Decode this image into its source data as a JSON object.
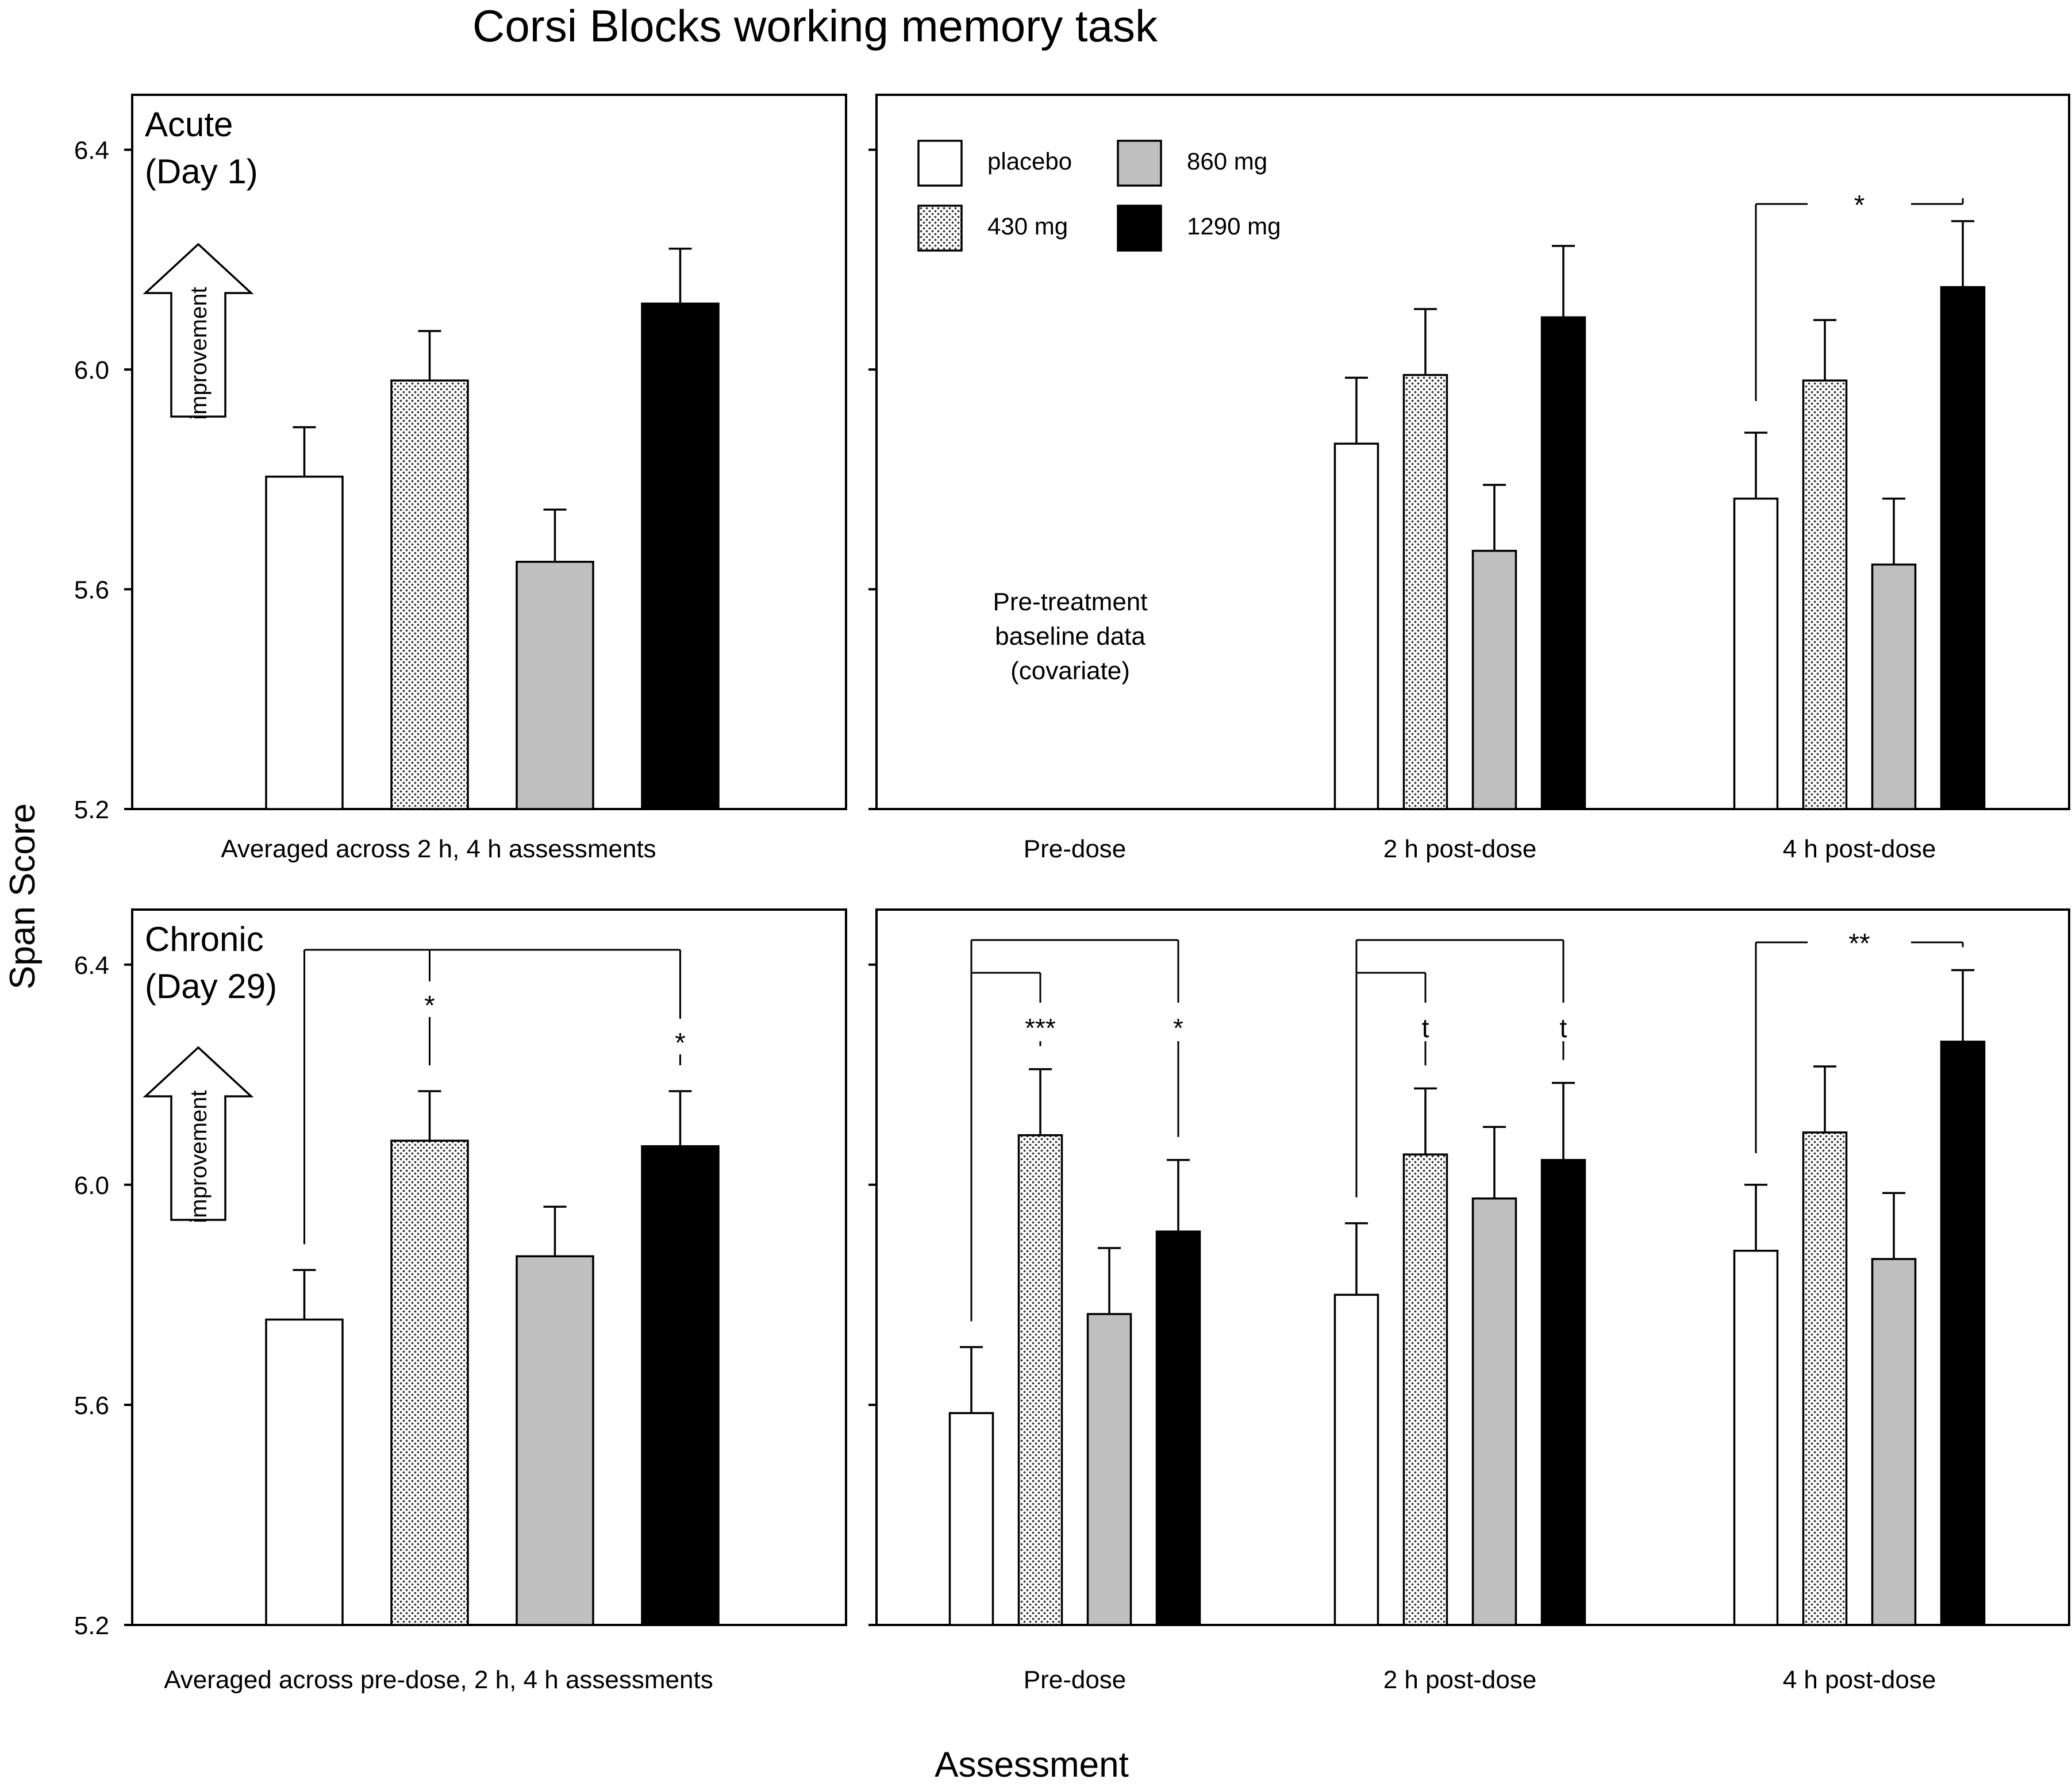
{
  "figure": {
    "title": "Corsi Blocks working memory task",
    "y_axis_label": "Span Score",
    "x_axis_label": "Assessment",
    "improvement_label": "improvement",
    "baseline_note": [
      "Pre-treatment",
      "baseline data",
      "(covariate)"
    ]
  },
  "legend": [
    {
      "label": "placebo",
      "fill": "white"
    },
    {
      "label": "430 mg",
      "fill": "dotted"
    },
    {
      "label": "860 mg",
      "fill": "#c0c0c0"
    },
    {
      "label": "1290 mg",
      "fill": "#000000"
    }
  ],
  "chart_data": [
    {
      "type": "bar",
      "panel": "acute-averaged",
      "title_lines": [
        "Acute",
        "(Day 1)"
      ],
      "categories": [
        "Averaged across 2 h, 4 h assessments"
      ],
      "series": [
        {
          "name": "placebo",
          "values": [
            5.805
          ],
          "errors": [
            0.09
          ]
        },
        {
          "name": "430 mg",
          "values": [
            5.98
          ],
          "errors": [
            0.09
          ]
        },
        {
          "name": "860 mg",
          "values": [
            5.65
          ],
          "errors": [
            0.095
          ]
        },
        {
          "name": "1290 mg",
          "values": [
            6.12
          ],
          "errors": [
            0.1
          ]
        }
      ],
      "ylim": [
        5.2,
        6.5
      ],
      "yticks": [
        "5.2",
        "5.6",
        "6.0",
        "6.4"
      ],
      "significance": []
    },
    {
      "type": "bar",
      "panel": "acute-by-time",
      "categories": [
        "Pre-dose",
        "2 h post-dose",
        "4 h post-dose"
      ],
      "series": [
        {
          "name": "placebo",
          "values": [
            null,
            5.865,
            5.765
          ],
          "errors": [
            null,
            0.12,
            0.12
          ]
        },
        {
          "name": "430 mg",
          "values": [
            null,
            5.99,
            5.98
          ],
          "errors": [
            null,
            0.12,
            0.11
          ]
        },
        {
          "name": "860 mg",
          "values": [
            null,
            5.67,
            5.645
          ],
          "errors": [
            null,
            0.12,
            0.12
          ]
        },
        {
          "name": "1290 mg",
          "values": [
            null,
            6.095,
            6.15
          ],
          "errors": [
            null,
            0.13,
            0.12
          ]
        }
      ],
      "ylim": [
        5.2,
        6.5
      ],
      "significance": [
        {
          "group": 2,
          "from": 0,
          "to": 3,
          "label": "*"
        }
      ]
    },
    {
      "type": "bar",
      "panel": "chronic-averaged",
      "title_lines": [
        "Chronic",
        "(Day 29)"
      ],
      "categories": [
        "Averaged across pre-dose, 2 h, 4 h assessments"
      ],
      "series": [
        {
          "name": "placebo",
          "values": [
            5.755
          ],
          "errors": [
            0.09
          ]
        },
        {
          "name": "430 mg",
          "values": [
            6.08
          ],
          "errors": [
            0.09
          ]
        },
        {
          "name": "860 mg",
          "values": [
            5.87
          ],
          "errors": [
            0.09
          ]
        },
        {
          "name": "1290 mg",
          "values": [
            6.07
          ],
          "errors": [
            0.1
          ]
        }
      ],
      "ylim": [
        5.2,
        6.5
      ],
      "yticks": [
        "5.2",
        "5.6",
        "6.0",
        "6.4"
      ],
      "significance": [
        {
          "group": 0,
          "from": 0,
          "to": 1,
          "label": "*",
          "style": "comb"
        },
        {
          "group": 0,
          "from": 0,
          "to": 3,
          "label": "*",
          "style": "comb"
        }
      ]
    },
    {
      "type": "bar",
      "panel": "chronic-by-time",
      "categories": [
        "Pre-dose",
        "2 h post-dose",
        "4 h post-dose"
      ],
      "series": [
        {
          "name": "placebo",
          "values": [
            5.585,
            5.8,
            5.88
          ],
          "errors": [
            0.12,
            0.13,
            0.12
          ]
        },
        {
          "name": "430 mg",
          "values": [
            6.09,
            6.055,
            6.095
          ],
          "errors": [
            0.12,
            0.12,
            0.12
          ]
        },
        {
          "name": "860 mg",
          "values": [
            5.765,
            5.975,
            5.865
          ],
          "errors": [
            0.12,
            0.13,
            0.12
          ]
        },
        {
          "name": "1290 mg",
          "values": [
            5.915,
            6.045,
            6.26
          ],
          "errors": [
            0.13,
            0.14,
            0.13
          ]
        }
      ],
      "ylim": [
        5.2,
        6.5
      ],
      "significance": [
        {
          "group": 0,
          "from": 0,
          "to": 1,
          "label": "***"
        },
        {
          "group": 0,
          "from": 0,
          "to": 3,
          "label": "*"
        },
        {
          "group": 1,
          "from": 0,
          "to": 1,
          "label": "t"
        },
        {
          "group": 1,
          "from": 0,
          "to": 3,
          "label": "t"
        },
        {
          "group": 2,
          "from": 0,
          "to": 3,
          "label": "**"
        }
      ]
    }
  ]
}
